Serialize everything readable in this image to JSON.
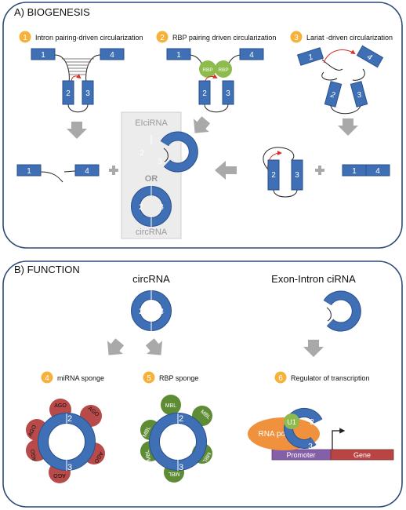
{
  "biogenesis": {
    "title": "A) BIOGENESIS",
    "step1": {
      "num": "1",
      "label": "Intron pairing-driven circularization"
    },
    "step2": {
      "num": "2",
      "label": "RBP pairing driven circularization"
    },
    "step3": {
      "num": "3",
      "label": "Lariat -driven circularization"
    },
    "rbp": "RBP",
    "eiciRNA": "EIciRNA",
    "or": "OR",
    "circRNA": "circRNA",
    "plus": "+"
  },
  "exons": {
    "e1": "1",
    "e2": "2",
    "e3": "3",
    "e4": "4"
  },
  "function": {
    "title": "B) FUNCTION",
    "circ_title": "circRNA",
    "ei_title": "Exon-Intron ciRNA",
    "step4": {
      "num": "4",
      "label": "miRNA sponge"
    },
    "step5": {
      "num": "5",
      "label": "RBP sponge"
    },
    "step6": {
      "num": "6",
      "label": "Regulator of transcription"
    },
    "ago": "AGO",
    "mbl": "MBL",
    "u1": "U1",
    "pol": "RNA pol II",
    "promoter": "Promoter",
    "gene": "Gene"
  },
  "colors": {
    "exon": "#3f70b5",
    "exon_edge": "#2b4f8a",
    "badge": "#f6b13a",
    "rbp_green": "#8dbb4c",
    "ago_red": "#b84a4a",
    "mbl_green": "#5e8c35",
    "pol_orange": "#f0913d",
    "promoter": "#8560a8",
    "gene": "#b94444",
    "arrow_grey": "#a9a9a9",
    "panel_border": "#2e4a75"
  }
}
